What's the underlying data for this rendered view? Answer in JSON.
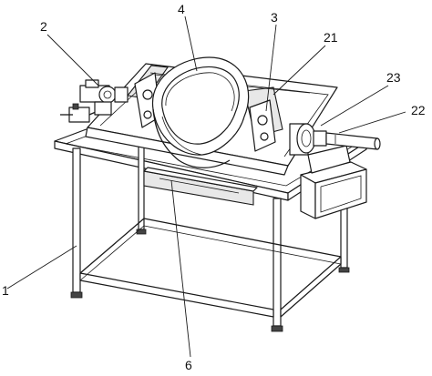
{
  "callouts": [
    {
      "id": "label-1",
      "text": "1"
    },
    {
      "id": "label-2",
      "text": "2"
    },
    {
      "id": "label-3",
      "text": "3"
    },
    {
      "id": "label-4",
      "text": "4"
    },
    {
      "id": "label-6",
      "text": "6"
    },
    {
      "id": "label-21",
      "text": "21"
    },
    {
      "id": "label-22",
      "text": "22"
    },
    {
      "id": "label-23",
      "text": "23"
    }
  ]
}
